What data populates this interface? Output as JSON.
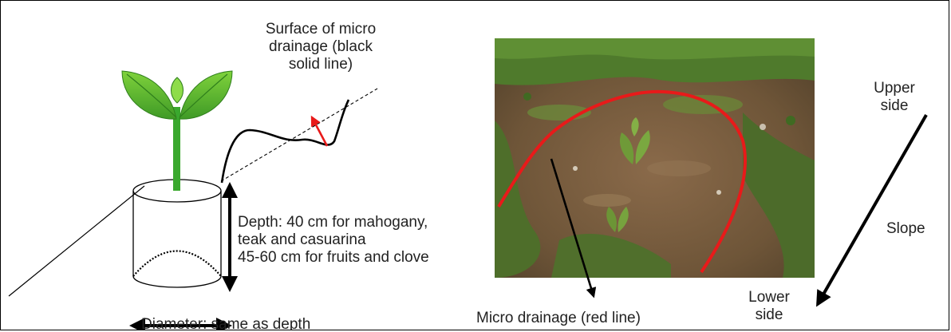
{
  "labels": {
    "surface_line1": "Surface of micro",
    "surface_line2": "drainage (black",
    "surface_line3": "solid line)",
    "depth_line1": "Depth: 40 cm for mahogany,",
    "depth_line2": "teak and casuarina",
    "depth_line3": "45-60 cm for fruits and clove",
    "diameter": "Diameter: same as depth",
    "micro_drainage": "Micro drainage (red line)",
    "upper_line1": "Upper",
    "upper_line2": "side",
    "lower_line1": "Lower",
    "lower_line2": "side",
    "slope": "Slope"
  },
  "colors": {
    "drainage_red": "#e81a1a",
    "leaf_green": "#56b82c",
    "stem_green": "#3aa82e",
    "outline": "#000000"
  },
  "icons": {
    "seedling": "seedling-icon",
    "photo": "field-photo"
  }
}
